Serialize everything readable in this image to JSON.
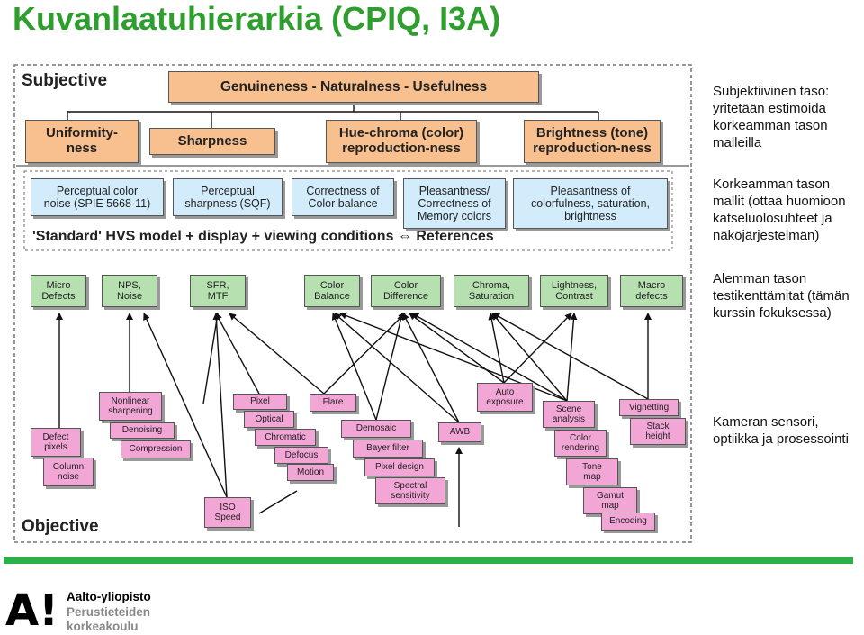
{
  "title": "Kuvanlaatuhierarkia (CPIQ, I3A)",
  "labels": {
    "subjective": "Subjective",
    "objective": "Objective",
    "hvs": "'Standard' HVS model + display + viewing conditions ⇔ References"
  },
  "top_box": "Genuineness - Naturalness - Usefulness",
  "subjective_boxes": [
    "Uniformity-\nness",
    "Sharpness",
    "Hue-chroma (color)\nreproduction-ness",
    "Brightness (tone)\nreproduction-ness"
  ],
  "perceptual_boxes": [
    "Perceptual color\nnoise (SPIE 5668-11)",
    "Perceptual\nsharpness (SQF)",
    "Correctness of\nColor balance",
    "Pleasantness/\nCorrectness of\nMemory colors",
    "Pleasantness of\ncolorfulness, saturation,\nbrightness"
  ],
  "metric_boxes": [
    "Micro\nDefects",
    "NPS,\nNoise",
    "SFR,\nMTF",
    "Color\nBalance",
    "Color\nDifference",
    "Chroma,\nSaturation",
    "Lightness,\nContrast",
    "Macro\ndefects"
  ],
  "objective_boxes": {
    "defect_pixels": "Defect\npixels",
    "column_noise": "Column\nnoise",
    "nonlinear_sharpening": "Nonlinear\nsharpening",
    "denoising": "Denoising",
    "compression": "Compression",
    "pixel": "Pixel",
    "optical": "Optical",
    "chromatic": "Chromatic",
    "defocus": "Defocus",
    "motion": "Motion",
    "iso_speed": "ISO\nSpeed",
    "flare": "Flare",
    "demosaic": "Demosaic",
    "bayer_filter": "Bayer filter",
    "pixel_design": "Pixel design",
    "spectral_sensitivity": "Spectral\nsensitivity",
    "awb": "AWB",
    "auto_exposure": "Auto\nexposure",
    "scene_analysis": "Scene\nanalysis",
    "color_rendering": "Color\nrendering",
    "tone_map": "Tone\nmap",
    "gamut_map": "Gamut\nmap",
    "encoding": "Encoding",
    "vignetting": "Vignetting",
    "stack_height": "Stack\nheight"
  },
  "side_notes": [
    "Subjektiivinen taso:\nyritetään estimoida\nkorkeamman tason\nmalleilla",
    "Korkeamman tason\nmallit (ottaa huomioon\nkatseluolosuhteet ja\nnäköjärjestelmän)",
    "Alemman tason\ntestikenttämitat (tämän\nkurssin fokuksessa)",
    "Kameran sensori,\noptiikka ja prosessointi"
  ],
  "logo": {
    "mark": "A!",
    "lines": [
      "Aalto-yliopisto",
      "Perustieteiden",
      "korkeakoulu"
    ]
  },
  "colors": {
    "title": "#2e9e2e",
    "divider": "#2cb04a",
    "orange": "#f9c08f",
    "blue": "#d2ecfb",
    "green": "#b6e0b0",
    "pink": "#f2a6d6"
  }
}
